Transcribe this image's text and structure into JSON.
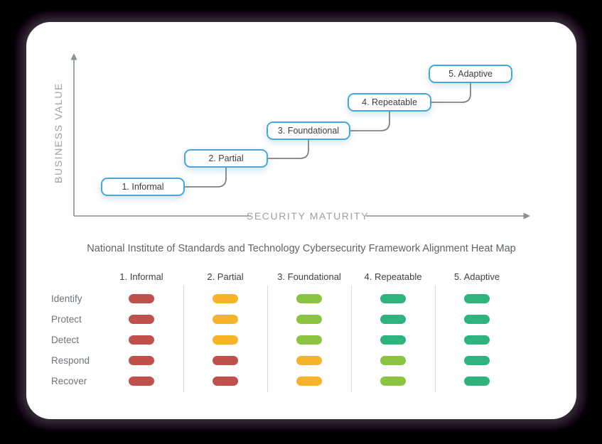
{
  "canvas": {
    "background_color": "#000000",
    "card_color": "#ffffff",
    "accent_blue": "#45a8dc"
  },
  "stair_chart": {
    "y_axis_label": "BUSINESS VALUE",
    "x_axis_label": "SECURITY MATURITY",
    "levels": [
      {
        "label": "1. Informal"
      },
      {
        "label": "2. Partial"
      },
      {
        "label": "3. Foundational"
      },
      {
        "label": "4. Repeatable"
      },
      {
        "label": "5. Adaptive"
      }
    ]
  },
  "heatmap": {
    "title": "National Institute of Standards and Technology Cybersecurity Framework Alignment Heat Map",
    "columns": [
      "1. Informal",
      "2. Partial",
      "3. Foundational",
      "4. Repeatable",
      "5. Adaptive"
    ],
    "rows": [
      {
        "label": "Identify",
        "cells": [
          "#c0504b",
          "#f6b42d",
          "#8bc440",
          "#2fb37d",
          "#2fb37d"
        ]
      },
      {
        "label": "Protect",
        "cells": [
          "#c0504b",
          "#f6b42d",
          "#8bc440",
          "#2fb37d",
          "#2fb37d"
        ]
      },
      {
        "label": "Detect",
        "cells": [
          "#c0504b",
          "#f6b42d",
          "#8bc440",
          "#2fb37d",
          "#2fb37d"
        ]
      },
      {
        "label": "Respond",
        "cells": [
          "#c0504b",
          "#c0504b",
          "#f6b42d",
          "#8bc440",
          "#2fb37d"
        ]
      },
      {
        "label": "Recover",
        "cells": [
          "#c0504b",
          "#c0504b",
          "#f6b42d",
          "#8bc440",
          "#2fb37d"
        ]
      }
    ],
    "palette": {
      "red": "#c0504b",
      "amber": "#f6b42d",
      "light_green": "#8bc440",
      "green": "#2fb37d"
    }
  },
  "chart_data": [
    {
      "type": "line",
      "title": "Security maturity stair-step",
      "xlabel": "SECURITY MATURITY",
      "ylabel": "BUSINESS VALUE",
      "categories": [
        "1. Informal",
        "2. Partial",
        "3. Foundational",
        "4. Repeatable",
        "5. Adaptive"
      ],
      "values": [
        1,
        2,
        3,
        4,
        5
      ],
      "grid": false,
      "legend_position": "none"
    },
    {
      "type": "heatmap",
      "title": "National Institute of Standards and Technology Cybersecurity Framework Alignment Heat Map",
      "x": [
        "1. Informal",
        "2. Partial",
        "3. Foundational",
        "4. Repeatable",
        "5. Adaptive"
      ],
      "series": [
        {
          "name": "Identify",
          "values": [
            "red",
            "amber",
            "light_green",
            "green",
            "green"
          ]
        },
        {
          "name": "Protect",
          "values": [
            "red",
            "amber",
            "light_green",
            "green",
            "green"
          ]
        },
        {
          "name": "Detect",
          "values": [
            "red",
            "amber",
            "light_green",
            "green",
            "green"
          ]
        },
        {
          "name": "Respond",
          "values": [
            "red",
            "red",
            "amber",
            "light_green",
            "green"
          ]
        },
        {
          "name": "Recover",
          "values": [
            "red",
            "red",
            "amber",
            "light_green",
            "green"
          ]
        }
      ]
    }
  ]
}
